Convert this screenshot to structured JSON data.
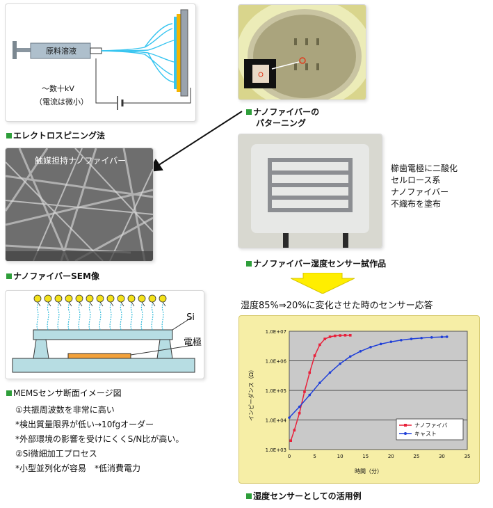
{
  "electrospinning": {
    "syringe_label": "原料溶液",
    "voltage_label": "～数十kV",
    "current_note": "（電流は微小）",
    "caption": "エレクトロスピニング法"
  },
  "sem": {
    "overlay": "触媒担持ナノファイバー",
    "caption": "ナノファイバーSEM像"
  },
  "mems": {
    "si_label": "Si",
    "electrode_label": "電極",
    "caption": "MEMSセンサ断面イメージ図",
    "points": [
      "①共振周波数を非常に高い",
      "*検出質量限界が低い→10fgオーダー",
      "*外部環境の影響を受けにくくS/N比が高い。",
      "②Si微細加工プロセス",
      "*小型並列化が容易　*低消費電力"
    ]
  },
  "patterning": {
    "caption_line1": "ナノファイバーの",
    "caption_line2": "パターニング"
  },
  "prototype": {
    "side_text": [
      "櫛歯電極に二酸化",
      "セルロース系",
      "ナノファイバー",
      "不織布を塗布"
    ],
    "caption": "ナノファイバー湿度センサー試作品"
  },
  "response": {
    "title": "湿度85%⇒20%に変化させた時のセンサー応答",
    "caption": "湿度センサーとしての活用例"
  },
  "colors": {
    "caption_square": "#2e9e3a",
    "arrow_yellow": "#ffee00",
    "series_nano": "#e8203a",
    "series_cast": "#1f3fd8",
    "chart_bg": "#f6eea6",
    "plot_bg": "#c9c9c9"
  },
  "chart_data": {
    "type": "line",
    "title": "",
    "xlabel": "時間（分）",
    "ylabel": "インピーダンス（Ω）",
    "xlim": [
      0,
      35
    ],
    "x_ticks": [
      "0",
      "5",
      "10",
      "15",
      "20",
      "25",
      "30",
      "35"
    ],
    "ylim_log10": [
      3,
      7
    ],
    "y_ticks": [
      "1.0E+07",
      "1.0E+06",
      "1.0E+05",
      "1.0E+04",
      "1.0E+03"
    ],
    "grid": true,
    "legend_position": "bottom-right",
    "series": [
      {
        "name": "ナノファイバ",
        "x": [
          0.3,
          1,
          2,
          3,
          4,
          5,
          6,
          7,
          8,
          9,
          10,
          11,
          12
        ],
        "y": [
          2000,
          4500,
          17000,
          90000,
          400000,
          1500000,
          3500000,
          5500000,
          6500000,
          7000000,
          7200000,
          7300000,
          7300000
        ]
      },
      {
        "name": "キャスト",
        "x": [
          0,
          2,
          4,
          6,
          8,
          10,
          12,
          14,
          16,
          18,
          20,
          22,
          24,
          26,
          28,
          30,
          31
        ],
        "y": [
          12000,
          28000,
          70000,
          180000,
          400000,
          800000,
          1400000,
          2100000,
          2900000,
          3700000,
          4400000,
          5000000,
          5500000,
          5900000,
          6200000,
          6400000,
          6500000
        ]
      }
    ]
  }
}
